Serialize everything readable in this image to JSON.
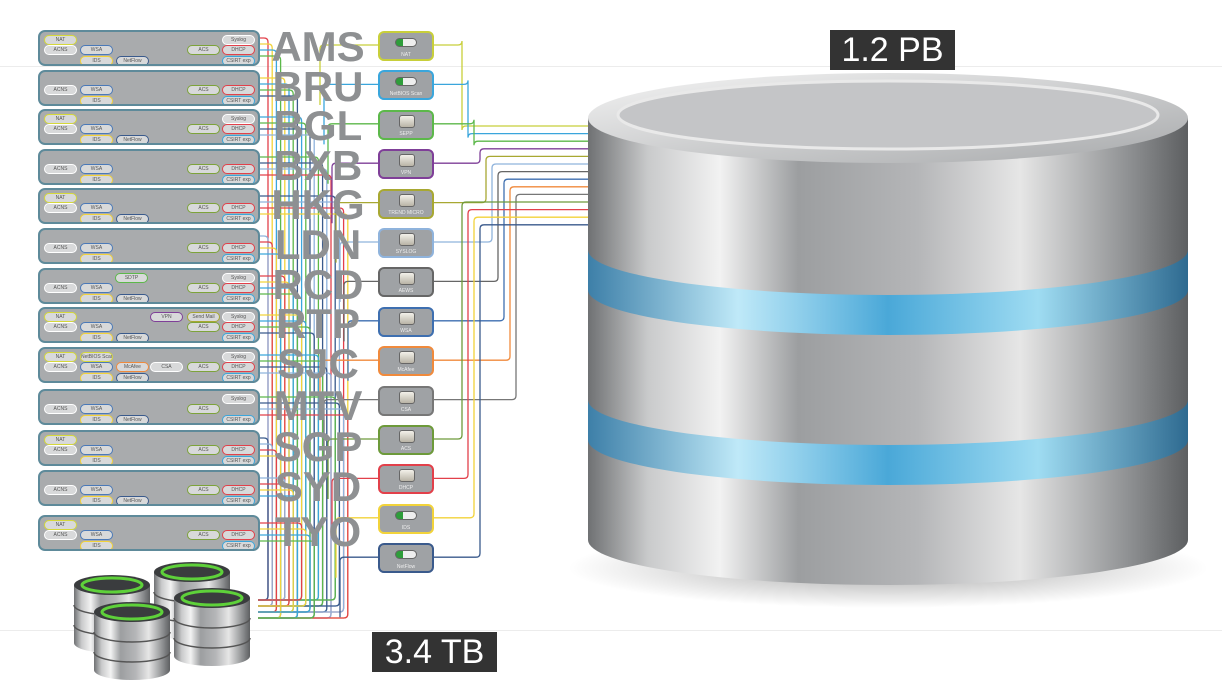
{
  "capacity_large": "1.2 PB",
  "capacity_small": "3.4 TB",
  "sites": [
    {
      "code": "AMS",
      "chips": [
        "NAT",
        "ACNS",
        "WSA",
        "IDS",
        "NetFlow",
        "ACS",
        "Syslog",
        "DHCP",
        "CSIRT exp"
      ]
    },
    {
      "code": "BRU",
      "chips": [
        "ACNS",
        "WSA",
        "IDS",
        "ACS",
        "DHCP",
        "CSIRT exp"
      ]
    },
    {
      "code": "BGL",
      "chips": [
        "NAT",
        "ACNS",
        "WSA",
        "IDS",
        "NetFlow",
        "ACS",
        "Syslog",
        "DHCP",
        "CSIRT exp"
      ]
    },
    {
      "code": "BXB",
      "chips": [
        "ACNS",
        "WSA",
        "IDS",
        "ACS",
        "DHCP",
        "CSIRT exp"
      ]
    },
    {
      "code": "HKG",
      "chips": [
        "NAT",
        "ACNS",
        "WSA",
        "IDS",
        "NetFlow",
        "ACS",
        "DHCP",
        "CSIRT exp"
      ]
    },
    {
      "code": "LDN",
      "chips": [
        "ACNS",
        "WSA",
        "IDS",
        "ACS",
        "DHCP",
        "CSIRT exp"
      ]
    },
    {
      "code": "RCD",
      "chips": [
        "SDTP",
        "ACNS",
        "WSA",
        "IDS",
        "NetFlow",
        "ACS",
        "Syslog",
        "DHCP",
        "CSIRT exp"
      ]
    },
    {
      "code": "RTP",
      "chips": [
        "NAT",
        "ACNS",
        "WSA",
        "IDS",
        "NetFlow",
        "VPN",
        "Send Mail",
        "ACS",
        "Syslog",
        "DHCP",
        "CSIRT exp"
      ]
    },
    {
      "code": "SJC",
      "chips": [
        "NAT",
        "NetBIOS Scan",
        "ACNS",
        "WSA",
        "McAfee",
        "CSA",
        "IDS",
        "NetFlow",
        "ACS",
        "Syslog",
        "DHCP",
        "CSIRT exp"
      ]
    },
    {
      "code": "MTV",
      "chips": [
        "ACNS",
        "WSA",
        "IDS",
        "NetFlow",
        "ACS",
        "Syslog",
        "CSIRT exp"
      ]
    },
    {
      "code": "SGP",
      "chips": [
        "NAT",
        "ACNS",
        "WSA",
        "IDS",
        "ACS",
        "DHCP",
        "CSIRT exp"
      ]
    },
    {
      "code": "SYD",
      "chips": [
        "ACNS",
        "WSA",
        "IDS",
        "NetFlow",
        "ACS",
        "DHCP",
        "CSIRT exp"
      ]
    },
    {
      "code": "TYO",
      "chips": [
        "NAT",
        "ACNS",
        "WSA",
        "IDS",
        "ACS",
        "DHCP",
        "CSIRT exp"
      ]
    }
  ],
  "tools": [
    {
      "label": "NAT",
      "color": "#c8cf3a",
      "icon": "scanner"
    },
    {
      "label": "NetBIOS Scan",
      "color": "#3aa6dc",
      "icon": "scanner"
    },
    {
      "label": "SEPP",
      "color": "#5cb84a",
      "icon": "server"
    },
    {
      "label": "VPN",
      "color": "#7f3f98",
      "icon": "server"
    },
    {
      "label": "TREND MICRO",
      "color": "#a8a832",
      "icon": "server"
    },
    {
      "label": "SYSLOG",
      "color": "#8fb3dc",
      "icon": "server"
    },
    {
      "label": "AEWS",
      "color": "#666666",
      "icon": "server"
    },
    {
      "label": "WSA",
      "color": "#3e6fb0",
      "icon": "server"
    },
    {
      "label": "McAfee",
      "color": "#f08a3c",
      "icon": "server"
    },
    {
      "label": "CSA",
      "color": "#777777",
      "icon": "server"
    },
    {
      "label": "ACS",
      "color": "#6d9a3a",
      "icon": "server"
    },
    {
      "label": "DHCP",
      "color": "#e2404a",
      "icon": "server"
    },
    {
      "label": "IDS",
      "color": "#f2d33a",
      "icon": "scanner"
    },
    {
      "label": "NetFlow",
      "color": "#3a5a8c",
      "icon": "scanner"
    }
  ],
  "chip_colors": {
    "NAT": "#d5d83a",
    "ACNS": "#ffffff",
    "WSA": "#4a79b8",
    "IDS": "#f2d33a",
    "NetFlow": "#3a5a8c",
    "ACS": "#7da33a",
    "Syslog": "#ffffff",
    "DHCP": "#e2404a",
    "CSIRT exp": "#3aa6dc",
    "SDTP": "#5cb84a",
    "VPN": "#7f3f98",
    "Send Mail": "#a8a832",
    "NetBIOS Scan": "#d5d83a",
    "McAfee": "#f08a3c",
    "CSA": "#ffffff"
  }
}
